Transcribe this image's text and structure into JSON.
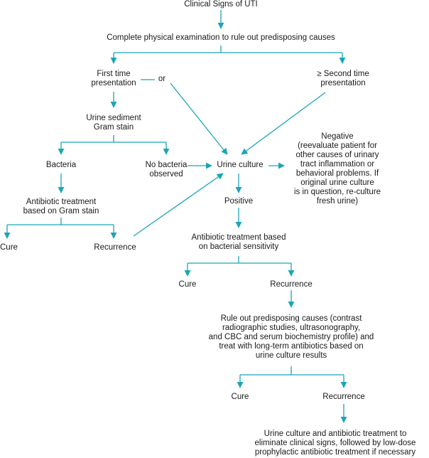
{
  "accent_color": "#1aa5b8",
  "nodes": {
    "clinical_signs": [
      "Clinical Signs of UTI"
    ],
    "physical_exam": [
      "Complete physical examination to rule out predisposing causes"
    ],
    "first_time": [
      "First time",
      "presentation"
    ],
    "or": [
      "or"
    ],
    "second_time": [
      "≥ Second time",
      "presentation"
    ],
    "urine_sediment": [
      "Urine sediment",
      "Gram stain"
    ],
    "bacteria": [
      "Bacteria"
    ],
    "no_bacteria": [
      "No bacteria",
      "observed"
    ],
    "urine_culture": [
      "Urine culture"
    ],
    "negative": [
      "Negative",
      "(reevaluate patient for",
      "other causes of urinary",
      "tract inflammation or",
      "behavioral problems. If",
      "original urine culture",
      "is in question, re-culture",
      "fresh urine)"
    ],
    "antibiotic_gram": [
      "Antibiotic treatment",
      "based on Gram stain"
    ],
    "positive": [
      "Positive"
    ],
    "cure_1": [
      "Cure"
    ],
    "recurrence_1": [
      "Recurrence"
    ],
    "antibiotic_sensitivity": [
      "Antibiotic treatment based",
      "on bacterial sensitivity"
    ],
    "cure_2": [
      "Cure"
    ],
    "recurrence_2": [
      "Recurrence"
    ],
    "rule_out": [
      "Rule out predisposing causes (contrast",
      "radiographic studies, ultrasonography,",
      "and CBC and serum biochemistry profile) and",
      "treat with long-term antibiotics based on",
      "urine culture results"
    ],
    "cure_3": [
      "Cure"
    ],
    "recurrence_3": [
      "Recurrence"
    ],
    "final": [
      "Urine culture and antibiotic treatment to",
      "eliminate clinical signs, followed by low-dose",
      "prophylactic antibiotic treatment if necessary"
    ]
  }
}
